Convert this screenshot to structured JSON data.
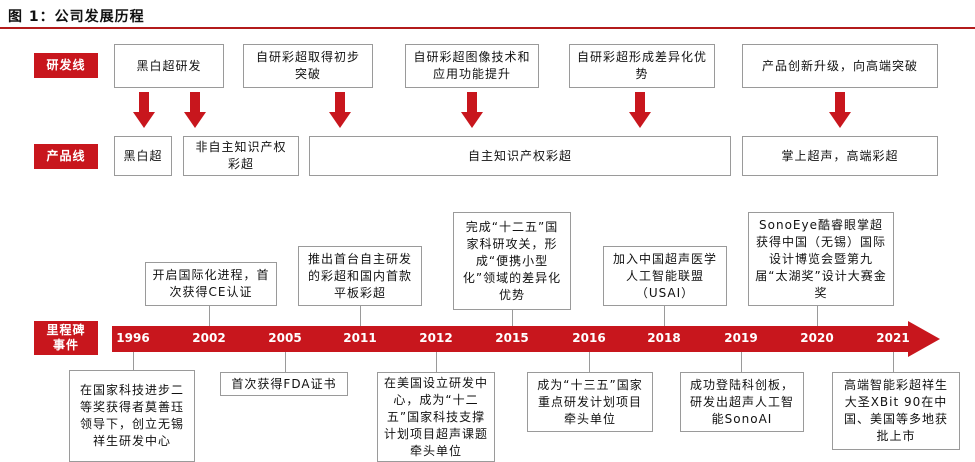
{
  "title": "图 1：公司发展历程",
  "tags": {
    "rd": "研发线",
    "product": "产品线",
    "milestone_line1": "里程碑",
    "milestone_line2": "事件"
  },
  "rd_boxes": [
    {
      "text": "黑白超研发"
    },
    {
      "text": "自研彩超取得初步突破"
    },
    {
      "text": "自研彩超图像技术和应用功能提升"
    },
    {
      "text": "自研彩超形成差异化优势"
    },
    {
      "text": "产品创新升级，向高端突破"
    }
  ],
  "product_boxes": [
    {
      "text": "黑白超"
    },
    {
      "text": "非自主知识产权彩超"
    },
    {
      "text": "自主知识产权彩超"
    },
    {
      "text": "掌上超声，高端彩超"
    }
  ],
  "years": [
    "1996",
    "2002",
    "2005",
    "2011",
    "2012",
    "2015",
    "2016",
    "2018",
    "2019",
    "2020",
    "2021"
  ],
  "events_top": [
    {
      "year": "2002",
      "text": "开启国际化进程，首次获得CE认证"
    },
    {
      "year": "2011",
      "text": "推出首台自主研发的彩超和国内首款平板彩超"
    },
    {
      "year": "2015",
      "text": "完成“十二五”国家科研攻关，形成“便携小型化”领域的差异化优势"
    },
    {
      "year": "2018",
      "text": "加入中国超声医学人工智能联盟（USAI）"
    },
    {
      "year": "2020",
      "text": "SonoEye酷睿眼掌超获得中国（无锡）国际设计博览会暨第九届“太湖奖”设计大赛金奖"
    }
  ],
  "events_bottom": [
    {
      "year": "1996",
      "text": "在国家科技进步二等奖获得者莫善珏领导下，创立无锡祥生研发中心"
    },
    {
      "year": "2005",
      "text": "首次获得FDA证书"
    },
    {
      "year": "2012",
      "text": "在美国设立研发中心，成为“十二五”国家科技支撑计划项目超声课题牵头单位"
    },
    {
      "year": "2016",
      "text": "成为“十三五”国家重点研发计划项目牵头单位"
    },
    {
      "year": "2019",
      "text": "成功登陆科创板，研发出超声人工智能SonoAI"
    },
    {
      "year": "2021",
      "text": "高端智能彩超祥生大圣XBit 90在中国、美国等多地获批上市"
    }
  ],
  "colors": {
    "accent": "#c8161d",
    "border": "#9a9a9a",
    "rule": "#b31b1b"
  }
}
